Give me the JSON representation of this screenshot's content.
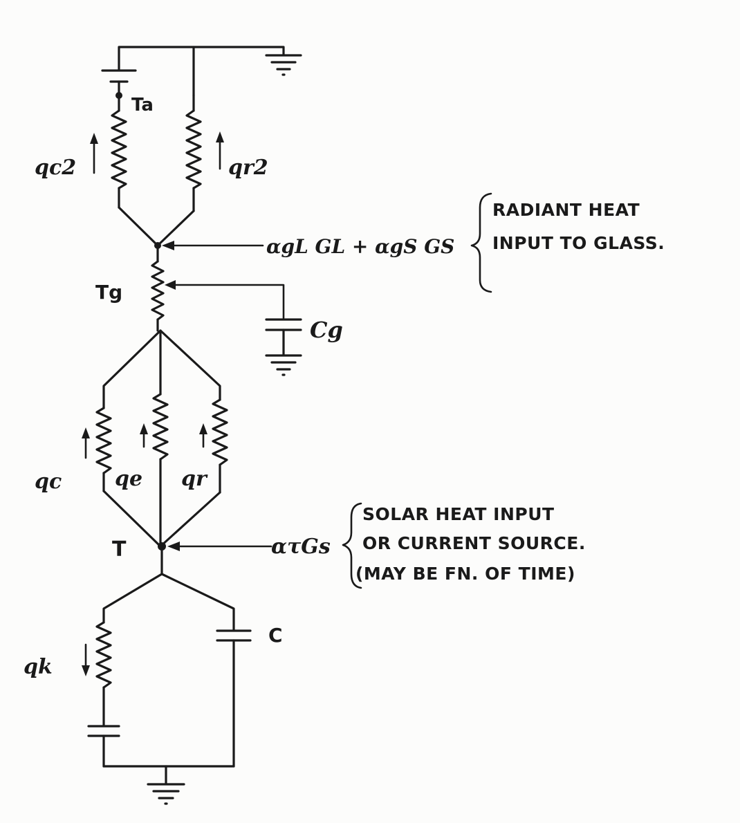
{
  "labels": {
    "Ta": "Ta",
    "qc2": "qc2",
    "qr2": "qr2",
    "Tg": "Tg",
    "Cg": "Cg",
    "glass_input": "αgL GL + αgS GS",
    "qc": "qc",
    "qe": "qe",
    "qr": "qr",
    "T": "T",
    "solar_input": "ατGs",
    "qk": "qk",
    "C": "C"
  },
  "notes": {
    "glass": [
      "RADIANT HEAT",
      "INPUT TO GLASS."
    ],
    "solar": [
      "SOLAR HEAT INPUT",
      "OR CURRENT SOURCE.",
      "(MAY BE FN. OF TIME)"
    ]
  },
  "colors": {
    "ink": "#1a1a1a",
    "paper": "#fcfcfb"
  }
}
